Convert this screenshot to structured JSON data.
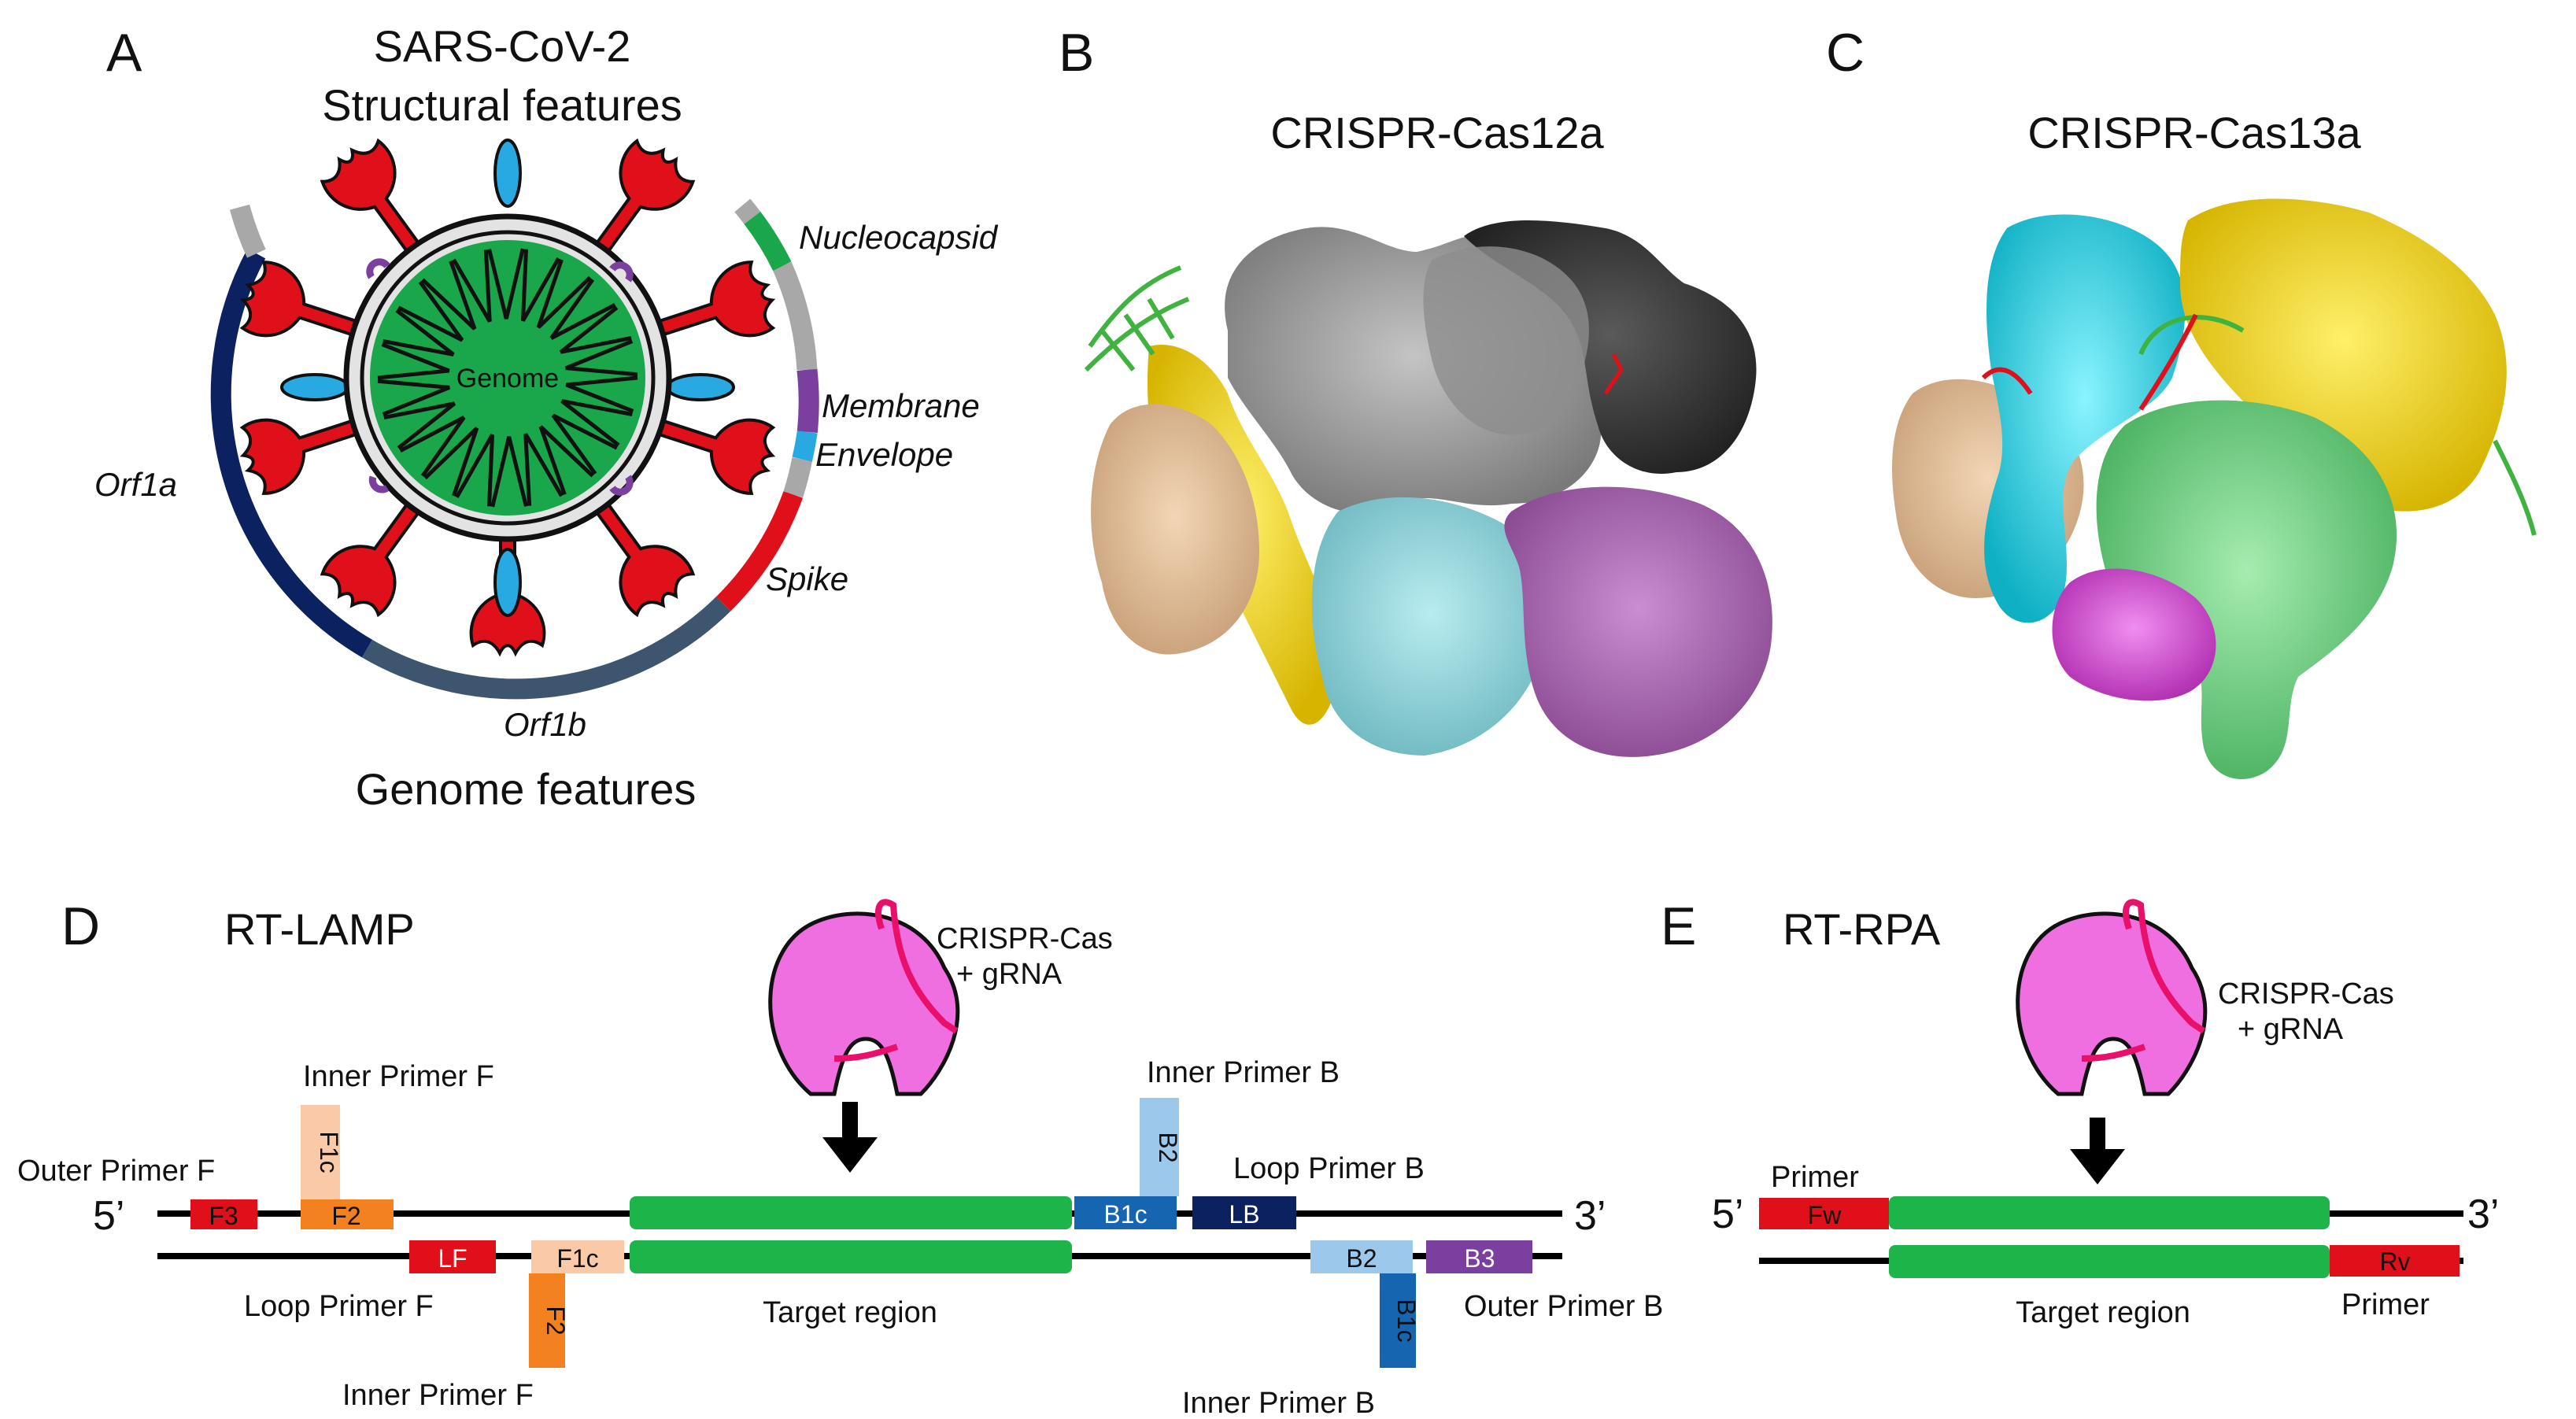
{
  "panelA": {
    "letter": "A",
    "title_line1": "SARS-CoV-2",
    "title_line2": "Structural features",
    "genome_label": "Genome",
    "nucleocapsid": "Nucleocapsid",
    "membrane": "Membrane",
    "envelope": "Envelope",
    "spike": "Spike",
    "orf1a": "Orf1a",
    "orf1b": "Orf1b",
    "footer": "Genome features"
  },
  "panelB": {
    "letter": "B",
    "title": "CRISPR-Cas12a"
  },
  "panelC": {
    "letter": "C",
    "title": "CRISPR-Cas13a"
  },
  "panelD": {
    "letter": "D",
    "title": "RT-LAMP",
    "enzyme_line1": "CRISPR-Cas",
    "enzyme_line2": "+ gRNA",
    "five_prime": "5’",
    "three_prime": "3’",
    "outer_primer_f": "Outer Primer F",
    "inner_primer_f_top": "Inner Primer F",
    "inner_primer_f_bottom": "Inner Primer F",
    "loop_primer_f": "Loop Primer F",
    "inner_primer_b_top": "Inner Primer B",
    "inner_primer_b_bottom": "Inner Primer B",
    "loop_primer_b": "Loop Primer B",
    "outer_primer_b": "Outer Primer B",
    "target_region": "Target region",
    "boxes": {
      "F3": "F3",
      "F2": "F2",
      "F1c": "F1c",
      "LF": "LF",
      "F1c_bottom": "F1c",
      "F2_bottom": "F2",
      "B2": "B2",
      "B1c": "B1c",
      "LB": "LB",
      "B2_bottom": "B2",
      "B3": "B3",
      "B1c_bottom": "B1c"
    }
  },
  "panelE": {
    "letter": "E",
    "title": "RT-RPA",
    "enzyme_line1": "CRISPR-Cas",
    "enzyme_line2": "+ gRNA",
    "five_prime": "5’",
    "three_prime": "3’",
    "primer_top": "Primer",
    "primer_bottom": "Primer",
    "fw": "Fw",
    "rv": "Rv",
    "target_region": "Target region"
  },
  "colors": {
    "genome_green": "#1aa64a",
    "spike_red": "#e0101a",
    "envelope_blue": "#29a9e1",
    "membrane_purple": "#7b3fa0",
    "orf1a_navy": "#0b2160",
    "orf1b_slate": "#3e5570",
    "target_green": "#1db54a",
    "cas_pink": "#f06fe0",
    "cas12_gray": "#9a9a9a",
    "cas13_cyan": "#22d6e6",
    "cas13_yellow": "#f2d21a",
    "cas13_green": "#6fd080"
  }
}
